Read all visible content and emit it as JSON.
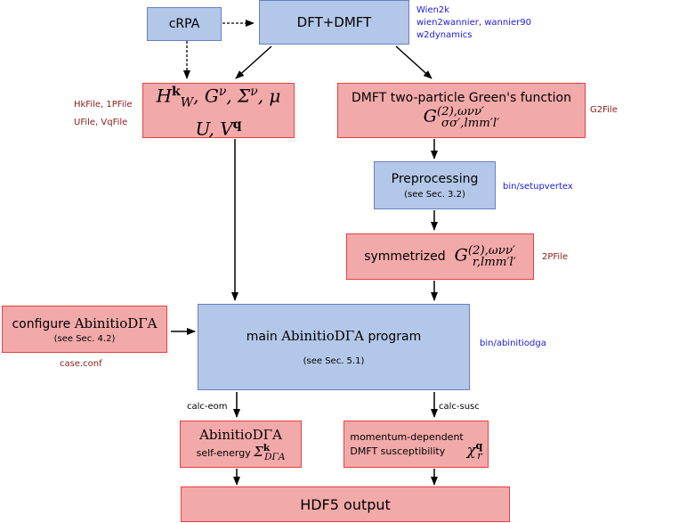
{
  "boxes": {
    "crpa": "cRPA",
    "dftdmft": "DFT+DMFT",
    "inputs_line1": "H",
    "inputs_line2": "U, V",
    "g2_title": "DMFT two-particle Green's function",
    "preproc_title": "Preprocessing",
    "preproc_ref": "(see Sec. 3.2)",
    "sym_label": "symmetrized",
    "config_prefix": "configure",
    "config_name": "AbinitioDΓA",
    "config_ref": "(see Sec. 4.2)",
    "main_prefix": "main",
    "main_name": "AbinitioDΓA",
    "main_suffix": "program",
    "main_ref": "(see Sec. 5.1)",
    "se_name": "AbinitioDΓA",
    "se_label": "self-energy",
    "susc_line1": "momentum-dependent",
    "susc_line2": "DMFT susceptibility",
    "hdf5": "HDF5 output"
  },
  "annotations": {
    "dft_tools": [
      "Wien2k",
      "wien2wannier, wannier90",
      "w2dynamics"
    ],
    "input_files_line1": "HkFile, 1PFile",
    "input_files_line2": "UFile, VqFile",
    "g2file": "G2File",
    "setupvertex": "bin/setupvertex",
    "twopfile": "2PFile",
    "caseconf": "case.conf",
    "abinitiodga": "bin/abinitiodga",
    "calc_eom": "calc-eom",
    "calc_susc": "calc-susc"
  },
  "colors": {
    "blue_fill": "#b3c7e8",
    "blue_border": "#6a7fc4",
    "red_fill": "#f2a9a9",
    "red_border": "#e84040",
    "tool_text": "#1a1ae0",
    "file_text": "#8b1a1a"
  }
}
